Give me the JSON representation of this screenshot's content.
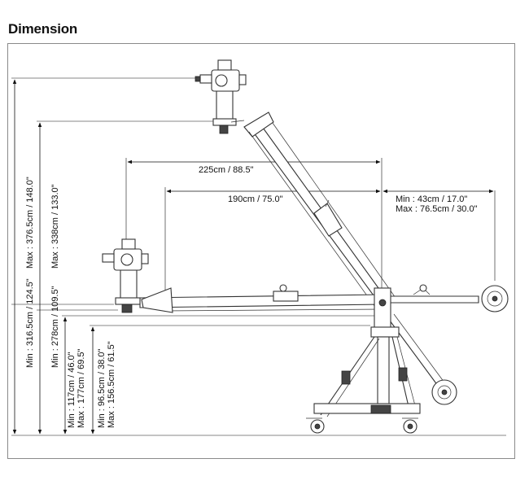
{
  "heading": "Dimension",
  "labels": {
    "reach_max": "225cm / 88.5\"",
    "reach_min": "190cm / 75.0\"",
    "rear_min": "Min  : 43cm / 17.0\"",
    "rear_max": "Max : 76.5cm / 30.0\"",
    "total_max": "Max : 376.5cm / 148.0\"",
    "total_min": "Min  : 316.5cm / 124.5\"",
    "mount_max": "Max : 338cm / 133.0\"",
    "mount_min": "Min  : 278cm / 109.5\"",
    "pivot_min": "Min  : 117cm / 46.0\"",
    "pivot_max": "Max : 177cm / 69.5\"",
    "stand_min": "Min  : 96.5cm / 38.0\"",
    "stand_max": "Max : 156.5cm / 61.5\""
  },
  "colors": {
    "line": "#111111",
    "frame": "#8a8a8a",
    "background": "#ffffff"
  }
}
